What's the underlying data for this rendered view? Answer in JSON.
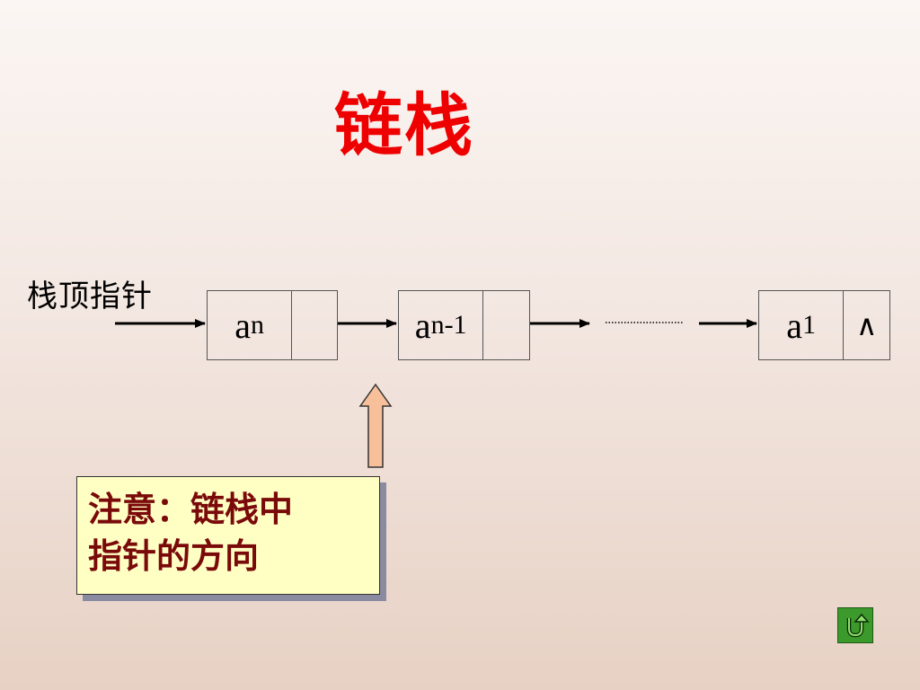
{
  "title": "链栈",
  "pointer_label": "栈顶指针",
  "nodes": [
    {
      "base": "a",
      "sub": "n",
      "next": ""
    },
    {
      "base": "a",
      "sub": "n-1",
      "next": ""
    },
    {
      "base": "a",
      "sub": "1",
      "next": "∧"
    }
  ],
  "note": {
    "line1": "注意：链栈中",
    "line2": "指针的方向"
  },
  "return_button": {
    "icon": "u-turn-return-icon"
  },
  "colors": {
    "title": "#ee0000",
    "note_text": "#7a0a0a",
    "note_bg": "#ffffc4",
    "up_arrow": "#f7c09a",
    "button": "#3c9a2c"
  }
}
